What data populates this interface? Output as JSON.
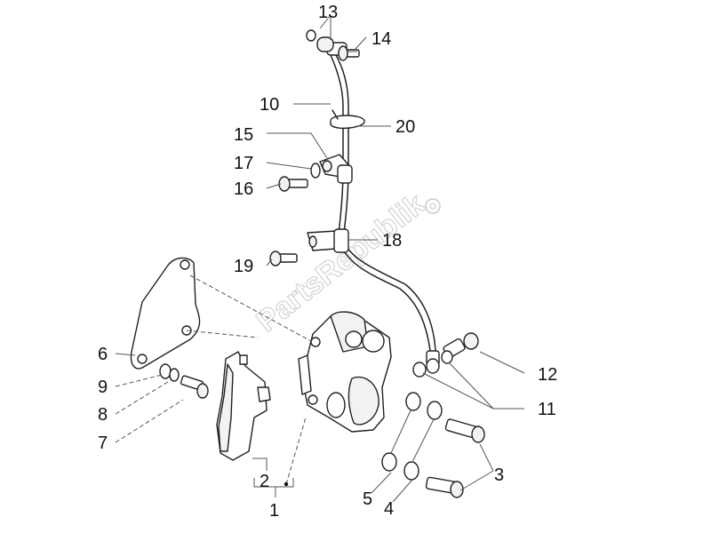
{
  "watermark": "PartsRepublik",
  "callouts": {
    "c1": "1",
    "c2": "2",
    "c3": "3",
    "c4": "4",
    "c5": "5",
    "c6": "6",
    "c7": "7",
    "c8": "8",
    "c9": "9",
    "c10": "10",
    "c11": "11",
    "c12": "12",
    "c13": "13",
    "c14": "14",
    "c15": "15",
    "c16": "16",
    "c17": "17",
    "c18": "18",
    "c19": "19",
    "c20": "20"
  }
}
